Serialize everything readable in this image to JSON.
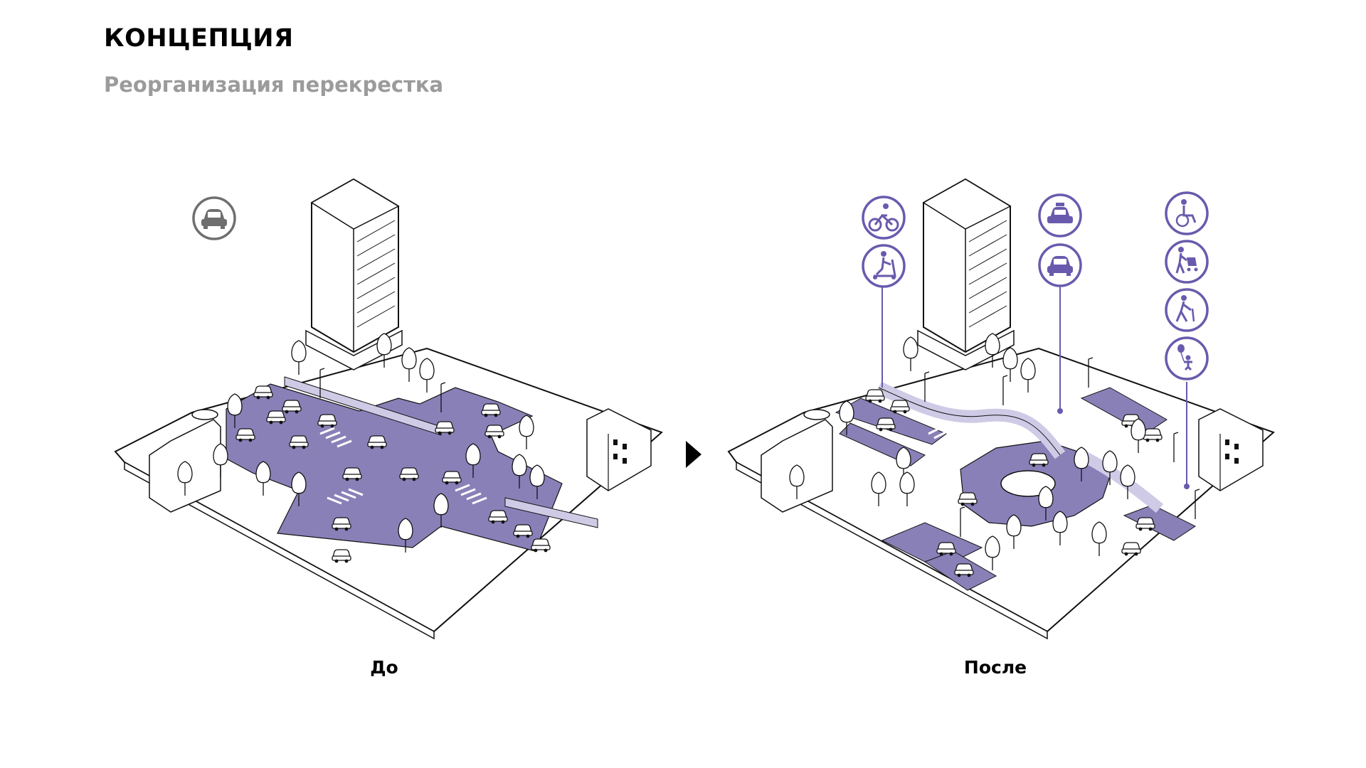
{
  "header": {
    "title": "КОНЦЕПЦИЯ",
    "subtitle": "Реорганизация перекрестка"
  },
  "captions": {
    "before": "До",
    "after": "После"
  },
  "colors": {
    "road": "#8a80b8",
    "road_light": "#cfcbe6",
    "accent_line": "#6a5aad",
    "icon_gray": "#6f6f6f",
    "icon_purple": "#6a5aad",
    "outline": "#111111"
  },
  "icons": {
    "before": [
      "car-icon"
    ],
    "after_left": [
      "bicycle-icon",
      "scooter-icon"
    ],
    "after_middle": [
      "taxi-icon",
      "car-icon"
    ],
    "after_right": [
      "wheelchair-icon",
      "stroller-icon",
      "elderly-person-icon",
      "child-with-balloon-icon"
    ]
  }
}
